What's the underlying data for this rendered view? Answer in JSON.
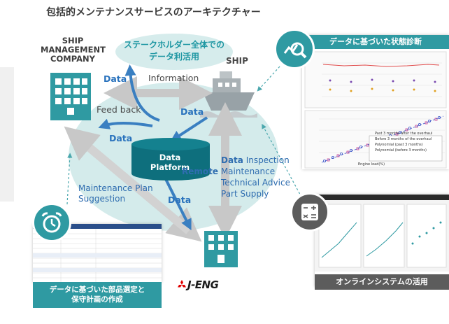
{
  "title": "包括的メンテナンスサービスのアーキテクチャー",
  "stakeholder": "ステークホルダー全体での\nデータ利活用",
  "ship_management_company": "SHIP\nMANAGEMENT\nCOMPANY",
  "ship": "SHIP",
  "data_platform": "Data\nPlatform",
  "labels": {
    "data": "Data",
    "information": "Information",
    "feedback": "Feed back",
    "maintenance_plan": "Maintenance Plan\nSuggestion",
    "inspection_data": "Data",
    "inspection": " Inspection",
    "remote": "Remote",
    "maintenance": " Maintenance",
    "technical_advice": "Technical Advice",
    "part_supply": "Part Supply"
  },
  "panels": {
    "diagnosis_title": "データに基づいた状態診断",
    "online_caption": "オンラインシステムの活用",
    "parts_caption": "データに基づいた部品選定と\n保守計画の作成"
  },
  "chart_legend": {
    "series": [
      "Past 3 months after the overhaul",
      "Before 3 months of the overhaul",
      "Polynomial (past 3 months)",
      "Polynomial (before 3 months)"
    ],
    "xlabel": "Engine load(%)"
  },
  "jeng_logo": "J-ENG",
  "colors": {
    "teal": "#2f9aa2",
    "blue_arrow": "#3a7fc1",
    "platform": "#0e6f7d",
    "grey_arrow": "#c8c8c8"
  }
}
